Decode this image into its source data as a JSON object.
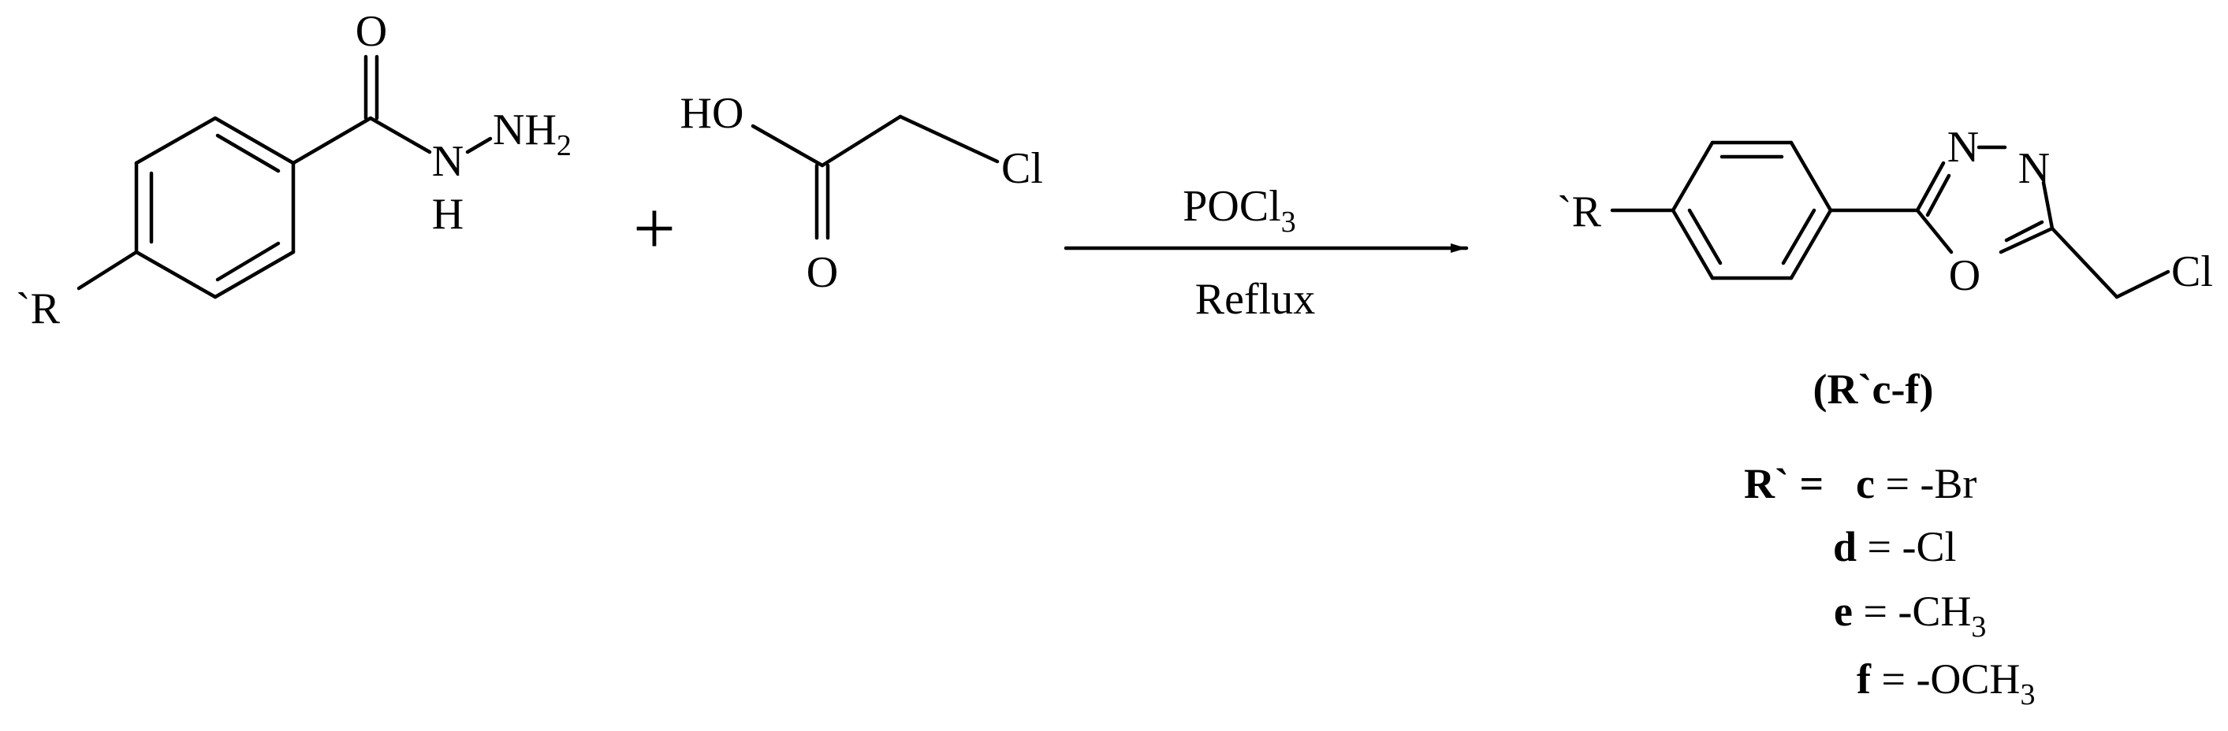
{
  "reactant1": {
    "O": "O",
    "N": "N",
    "NH2_main": "NH",
    "NH2_sub": "2",
    "H": "H",
    "R": "`R"
  },
  "plus": "+",
  "reactant2": {
    "HO": "HO",
    "Cl": "Cl",
    "O": "O"
  },
  "conditions": {
    "reagent_main": "POCl",
    "reagent_sub": "3",
    "condition": "Reflux"
  },
  "product": {
    "R": "`R",
    "N1": "N",
    "N2": "N",
    "O": "O",
    "Cl": "Cl",
    "label": "(R`c-f)"
  },
  "legend": {
    "prefix": "R` =",
    "rows": [
      {
        "key": "c",
        "text": " = -Br",
        "sub": ""
      },
      {
        "key": "d",
        "text": " = -Cl",
        "sub": ""
      },
      {
        "key": "e",
        "text": " = -CH",
        "sub": "3"
      },
      {
        "key": "f",
        "text": " = -OCH",
        "sub": "3"
      }
    ]
  }
}
